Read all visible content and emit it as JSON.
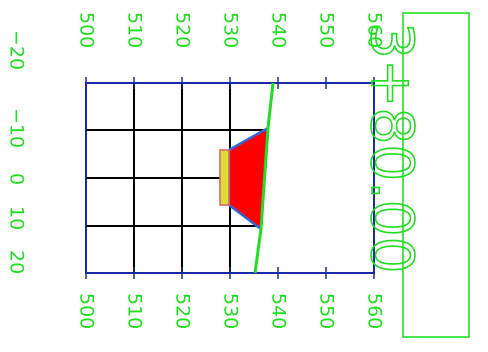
{
  "station_label": "3+80.00",
  "elevation_ticks": [
    "500",
    "510",
    "520",
    "530",
    "540",
    "550",
    "560"
  ],
  "offset_ticks": [
    "−20",
    "−10",
    "0",
    "10",
    "20"
  ],
  "colors": {
    "label": "#22dd22",
    "frame": "#1a2aa8",
    "grid": "#000000",
    "ground": "#22dd22",
    "fill": "#ff0000",
    "fill_outline": "#3366dd",
    "structure": "#dddd33",
    "structure_outline": "#dd6666"
  }
}
